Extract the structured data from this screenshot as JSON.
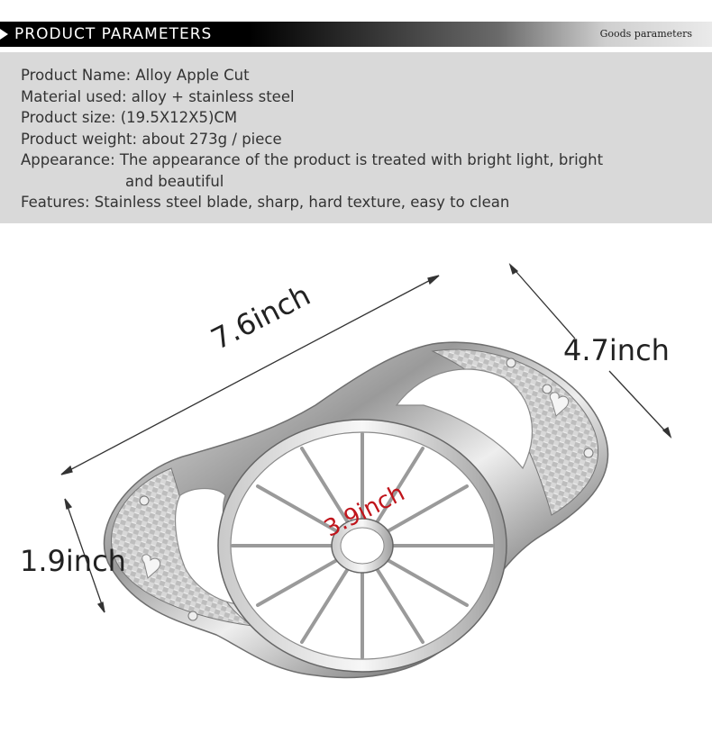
{
  "header": {
    "title": "PRODUCT PARAMETERS",
    "subtitle": "Goods parameters"
  },
  "params": {
    "name": "Product Name: Alloy Apple Cut",
    "material": "Material used: alloy + stainless steel",
    "size": "Product size: (19.5X12X5)CM",
    "weight": "Product weight: about 273g / piece",
    "appearance_1": "Appearance: The appearance of the product is treated with bright light, bright",
    "appearance_2": "and beautiful",
    "features": "Features: Stainless steel blade, sharp, hard texture, easy to clean"
  },
  "dimensions": {
    "length": "7.6inch",
    "width": "4.7inch",
    "height": "1.9inch",
    "diameter": "3.9inch"
  },
  "colors": {
    "header_bg": "#000000",
    "panel_bg": "#d9d9d9",
    "diameter_label": "#c0151c"
  }
}
